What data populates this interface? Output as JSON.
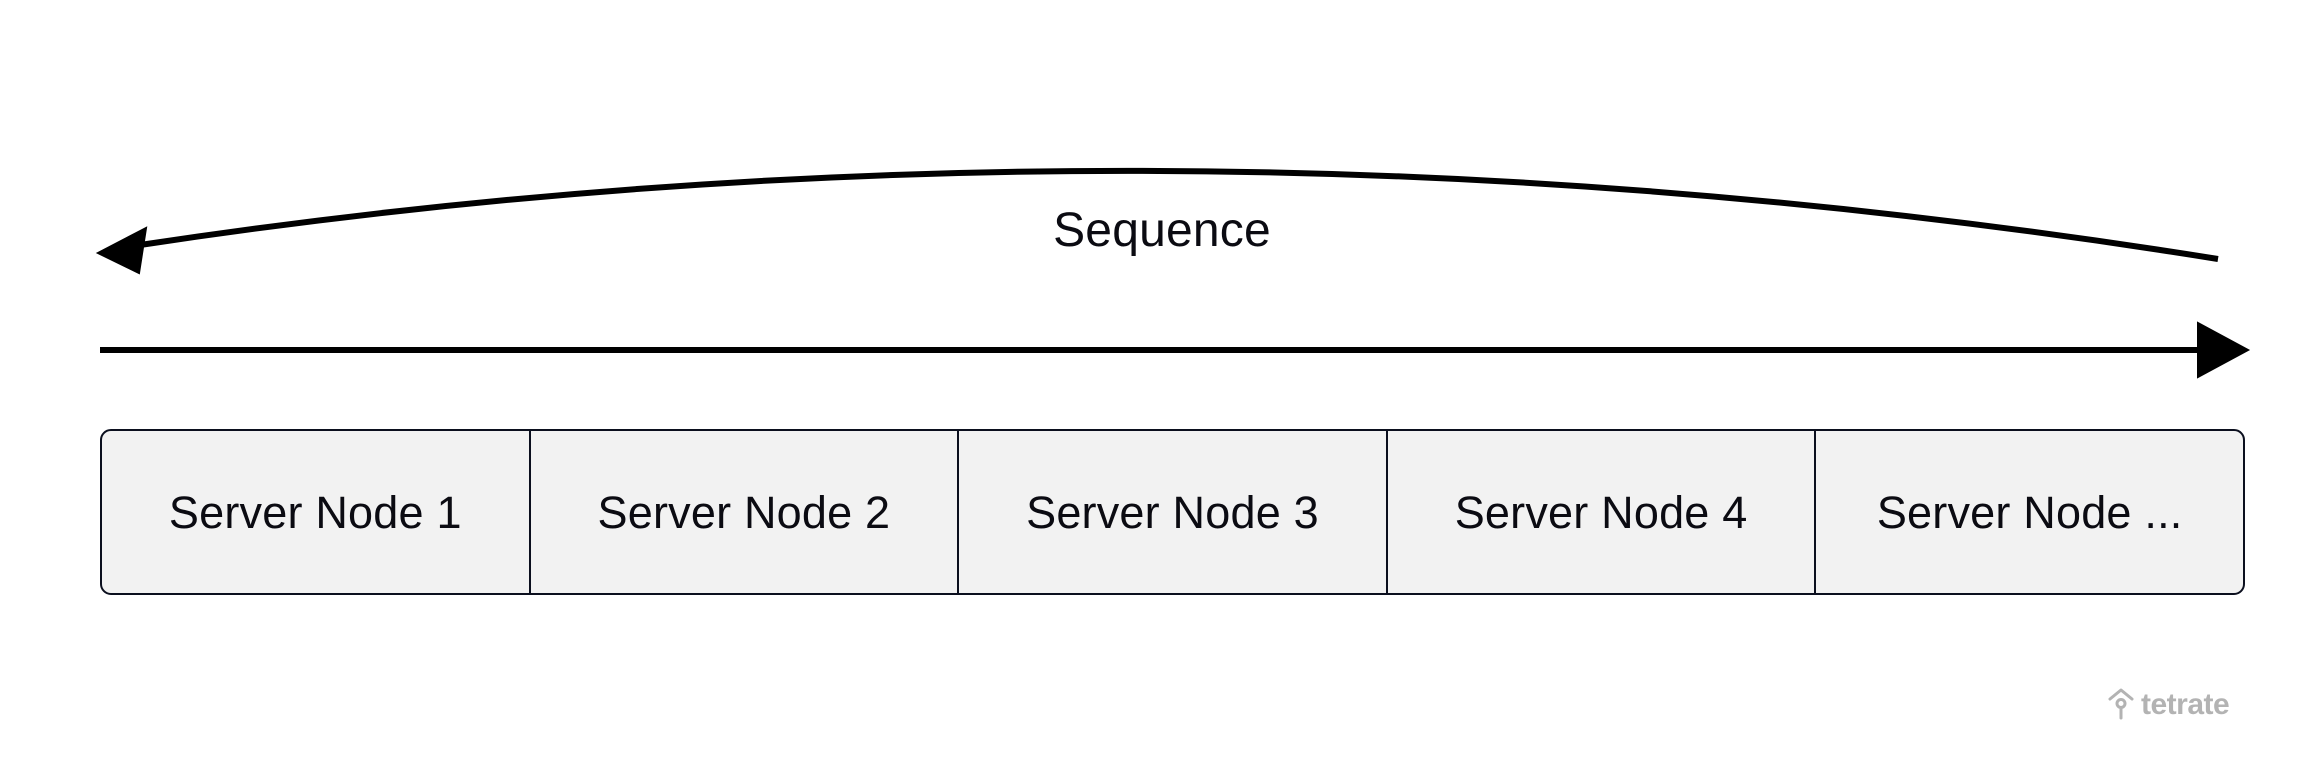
{
  "diagram": {
    "title": "Sequence",
    "caption": "Sequence",
    "arrows": {
      "curved_arrow": {
        "name": "curved-arrow-left",
        "direction": "left",
        "has_head": true
      },
      "straight_arrow": {
        "name": "straight-arrow-right",
        "direction": "right",
        "has_head": true
      }
    },
    "nodes": [
      {
        "label": "Server Node 1"
      },
      {
        "label": "Server Node 2"
      },
      {
        "label": "Server Node 3"
      },
      {
        "label": "Server Node 4"
      },
      {
        "label": "Server Node ..."
      }
    ]
  },
  "watermark": {
    "text": "tetrate",
    "icon": "tetrate-logo-icon",
    "color": "#b3b3b3"
  },
  "colors": {
    "background": "#ffffff",
    "cell_fill": "#f2f2f2",
    "border": "#0b0f1e",
    "text": "#0b0b12",
    "stroke": "#000000"
  }
}
